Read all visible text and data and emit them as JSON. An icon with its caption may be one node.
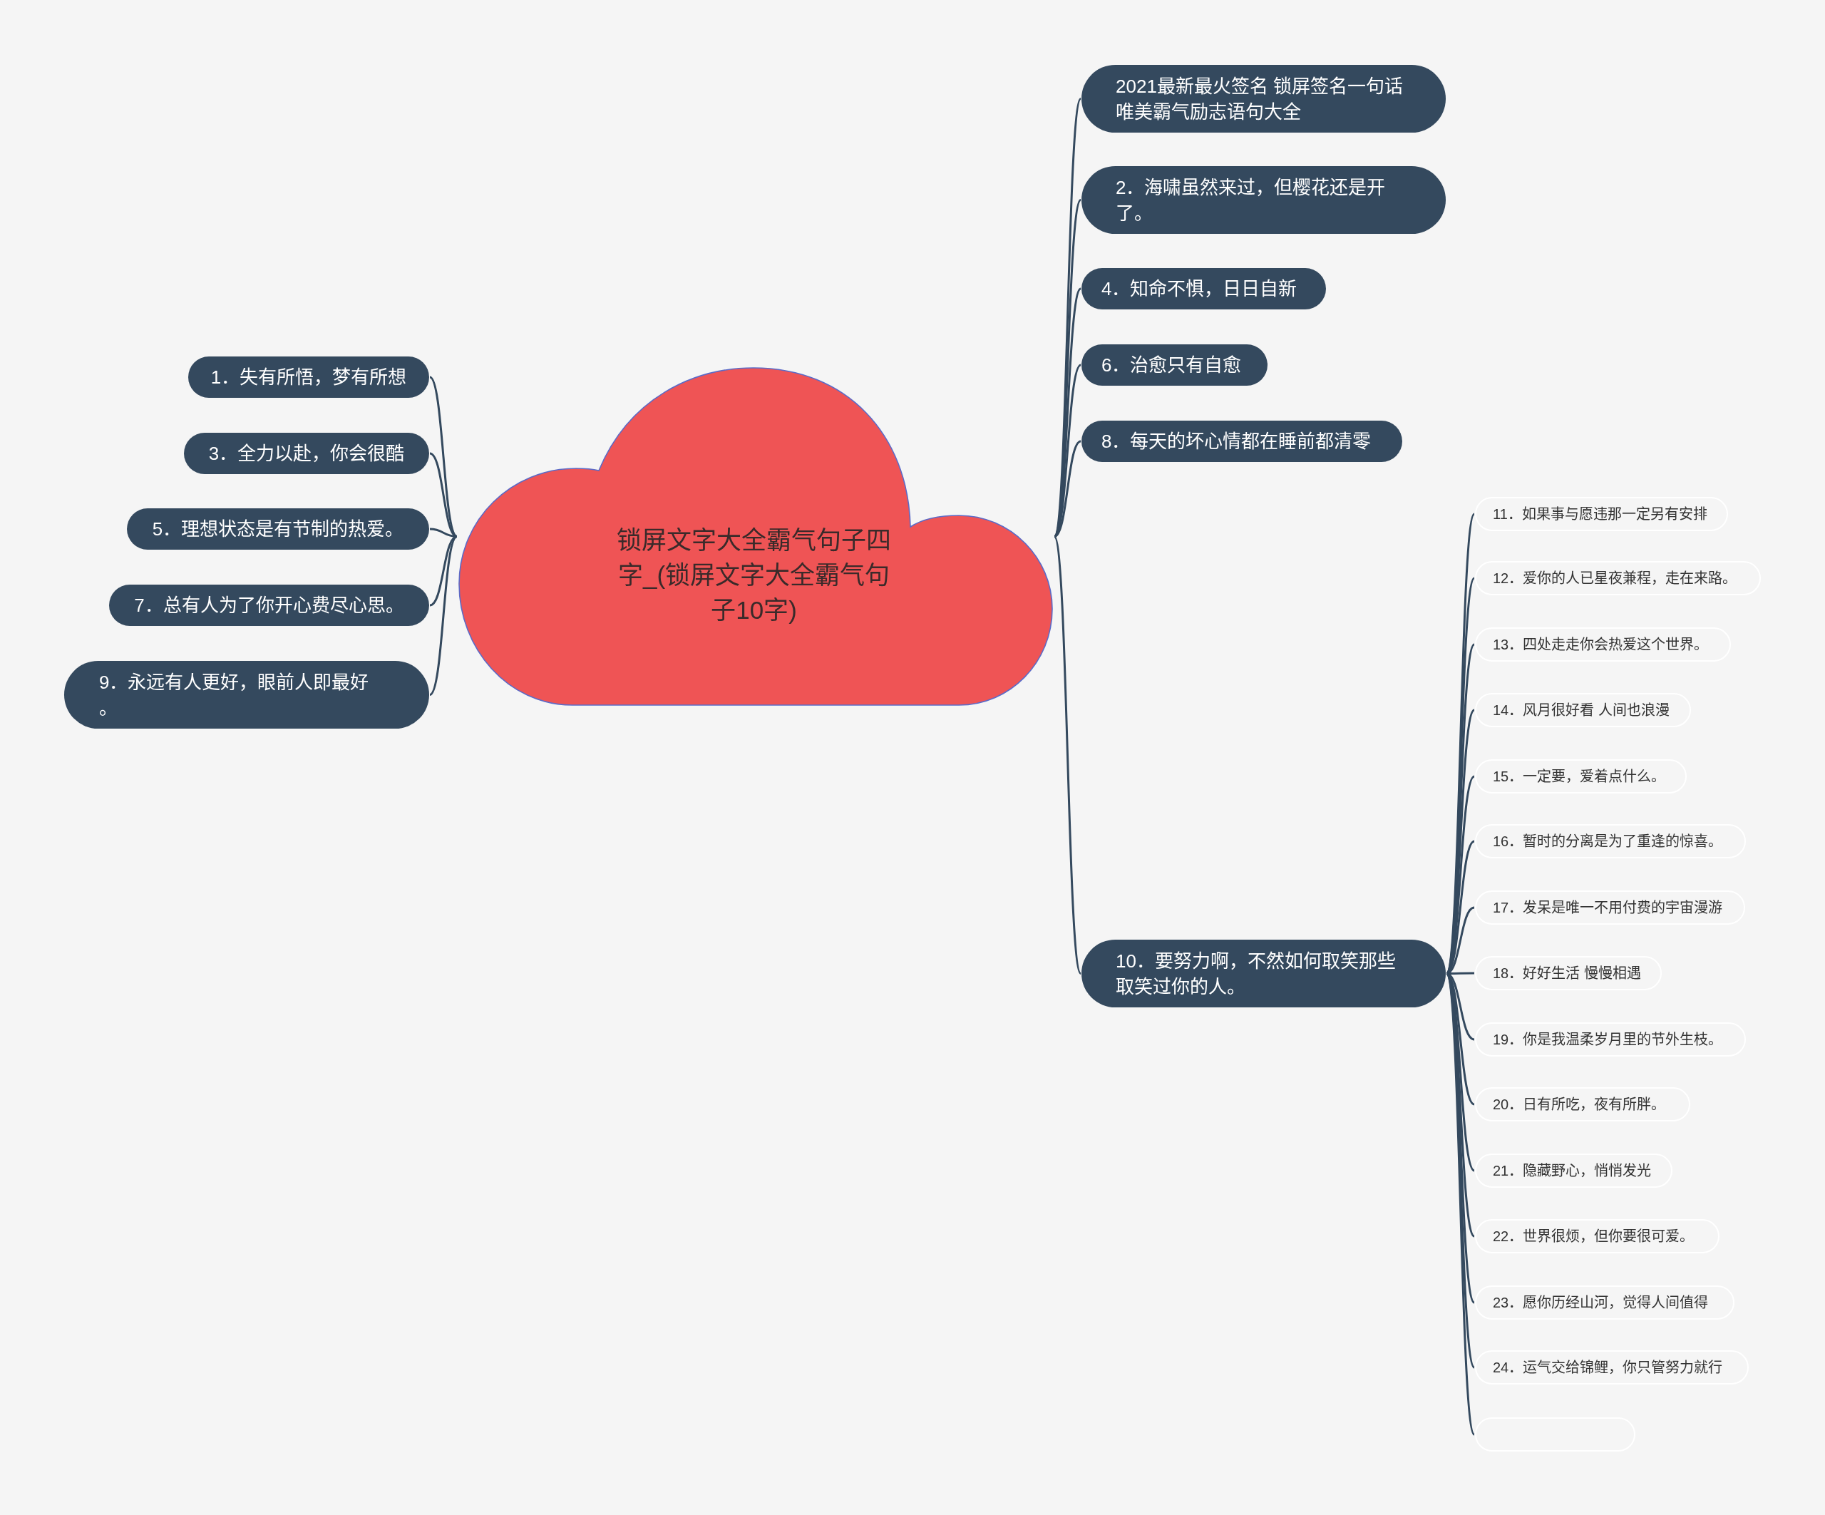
{
  "diagram": {
    "nodes": [
      {
        "text": [
          "锁屏文字大全霸气句子四字_(锁屏文字大全霸气句子10字)"
        ]
      },
      {
        "text": [
          "1．失有所悟，梦有所想"
        ]
      },
      {
        "text": [
          "3．全力以赴，你会很酷"
        ]
      },
      {
        "text": [
          "5．理想状态是有节制的热爱。"
        ]
      },
      {
        "text": [
          "7．总有人为了你开心费尽心思。"
        ]
      },
      {
        "text": [
          "9．永远有人更好，眼前人即最好。"
        ]
      },
      {
        "text": [
          "2021最新最火签名 锁屏签名一句话唯美霸气励志语句大全"
        ]
      },
      {
        "text": [
          "2．海啸虽然来过，但樱花还是开了。"
        ]
      },
      {
        "text": [
          "4．知命不惧，日日自新"
        ]
      },
      {
        "text": [
          "6．治愈只有自愈"
        ]
      },
      {
        "text": [
          "8．每天的坏心情都在睡前都清零"
        ]
      },
      {
        "text": [
          "10．要努力啊，不然如何取笑那些取笑过你的人。"
        ]
      },
      {
        "text": [
          "11．如果事与愿违那一定另有安排"
        ]
      },
      {
        "text": [
          "12．爱你的人已星夜兼程，走在来路。"
        ]
      },
      {
        "text": [
          "13．四处走走你会热爱这个世界。"
        ]
      },
      {
        "text": [
          "14．风月很好看 人间也浪漫"
        ]
      },
      {
        "text": [
          "15．一定要，爱着点什么。"
        ]
      },
      {
        "text": [
          "16．暂时的分离是为了重逢的惊喜。"
        ]
      },
      {
        "text": [
          "17．发呆是唯一不用付费的宇宙漫游"
        ]
      },
      {
        "text": [
          "18．好好生活 慢慢相遇"
        ]
      },
      {
        "text": [
          "19．你是我温柔岁月里的节外生枝。"
        ]
      },
      {
        "text": [
          "20．日有所吃，夜有所胖。"
        ]
      },
      {
        "text": [
          "21．隐藏野心，悄悄发光"
        ]
      },
      {
        "text": [
          "22．世界很烦，但你要很可爱。"
        ]
      },
      {
        "text": [
          "23．愿你历经山河，觉得人间值得"
        ]
      },
      {
        "text": [
          "24．运气交给锦鲤，你只管努力就行"
        ]
      },
      {
        "text": [],
        "shape": "box"
      }
    ],
    "edges": [
      {
        "from": 0,
        "to": 1,
        "arrow": "none"
      },
      {
        "from": 0,
        "to": 2,
        "arrow": "none"
      },
      {
        "from": 0,
        "to": 3,
        "arrow": "none"
      },
      {
        "from": 0,
        "to": 4,
        "arrow": "none"
      },
      {
        "from": 0,
        "to": 5,
        "arrow": "none"
      },
      {
        "from": 0,
        "to": 6,
        "arrow": "none"
      },
      {
        "from": 0,
        "to": 7,
        "arrow": "none"
      },
      {
        "from": 0,
        "to": 8,
        "arrow": "none"
      },
      {
        "from": 0,
        "to": 9,
        "arrow": "none"
      },
      {
        "from": 0,
        "to": 10,
        "arrow": "none"
      },
      {
        "from": 0,
        "to": 11,
        "arrow": "none"
      },
      {
        "from": 11,
        "to": 12,
        "arrow": "none"
      },
      {
        "from": 11,
        "to": 13,
        "arrow": "none"
      },
      {
        "from": 11,
        "to": 14,
        "arrow": "none"
      },
      {
        "from": 11,
        "to": 15,
        "arrow": "none"
      },
      {
        "from": 11,
        "to": 16,
        "arrow": "none"
      },
      {
        "from": 11,
        "to": 17,
        "arrow": "none"
      },
      {
        "from": 11,
        "to": 18,
        "arrow": "none"
      },
      {
        "from": 11,
        "to": 19,
        "arrow": "none"
      },
      {
        "from": 11,
        "to": 20,
        "arrow": "none"
      },
      {
        "from": 11,
        "to": 21,
        "arrow": "none"
      },
      {
        "from": 11,
        "to": 22,
        "arrow": "none"
      },
      {
        "from": 11,
        "to": 23,
        "arrow": "none"
      },
      {
        "from": 11,
        "to": 24,
        "arrow": "none"
      },
      {
        "from": 11,
        "to": 25,
        "arrow": "none"
      },
      {
        "from": 11,
        "to": 26,
        "arrow": "none"
      }
    ]
  }
}
